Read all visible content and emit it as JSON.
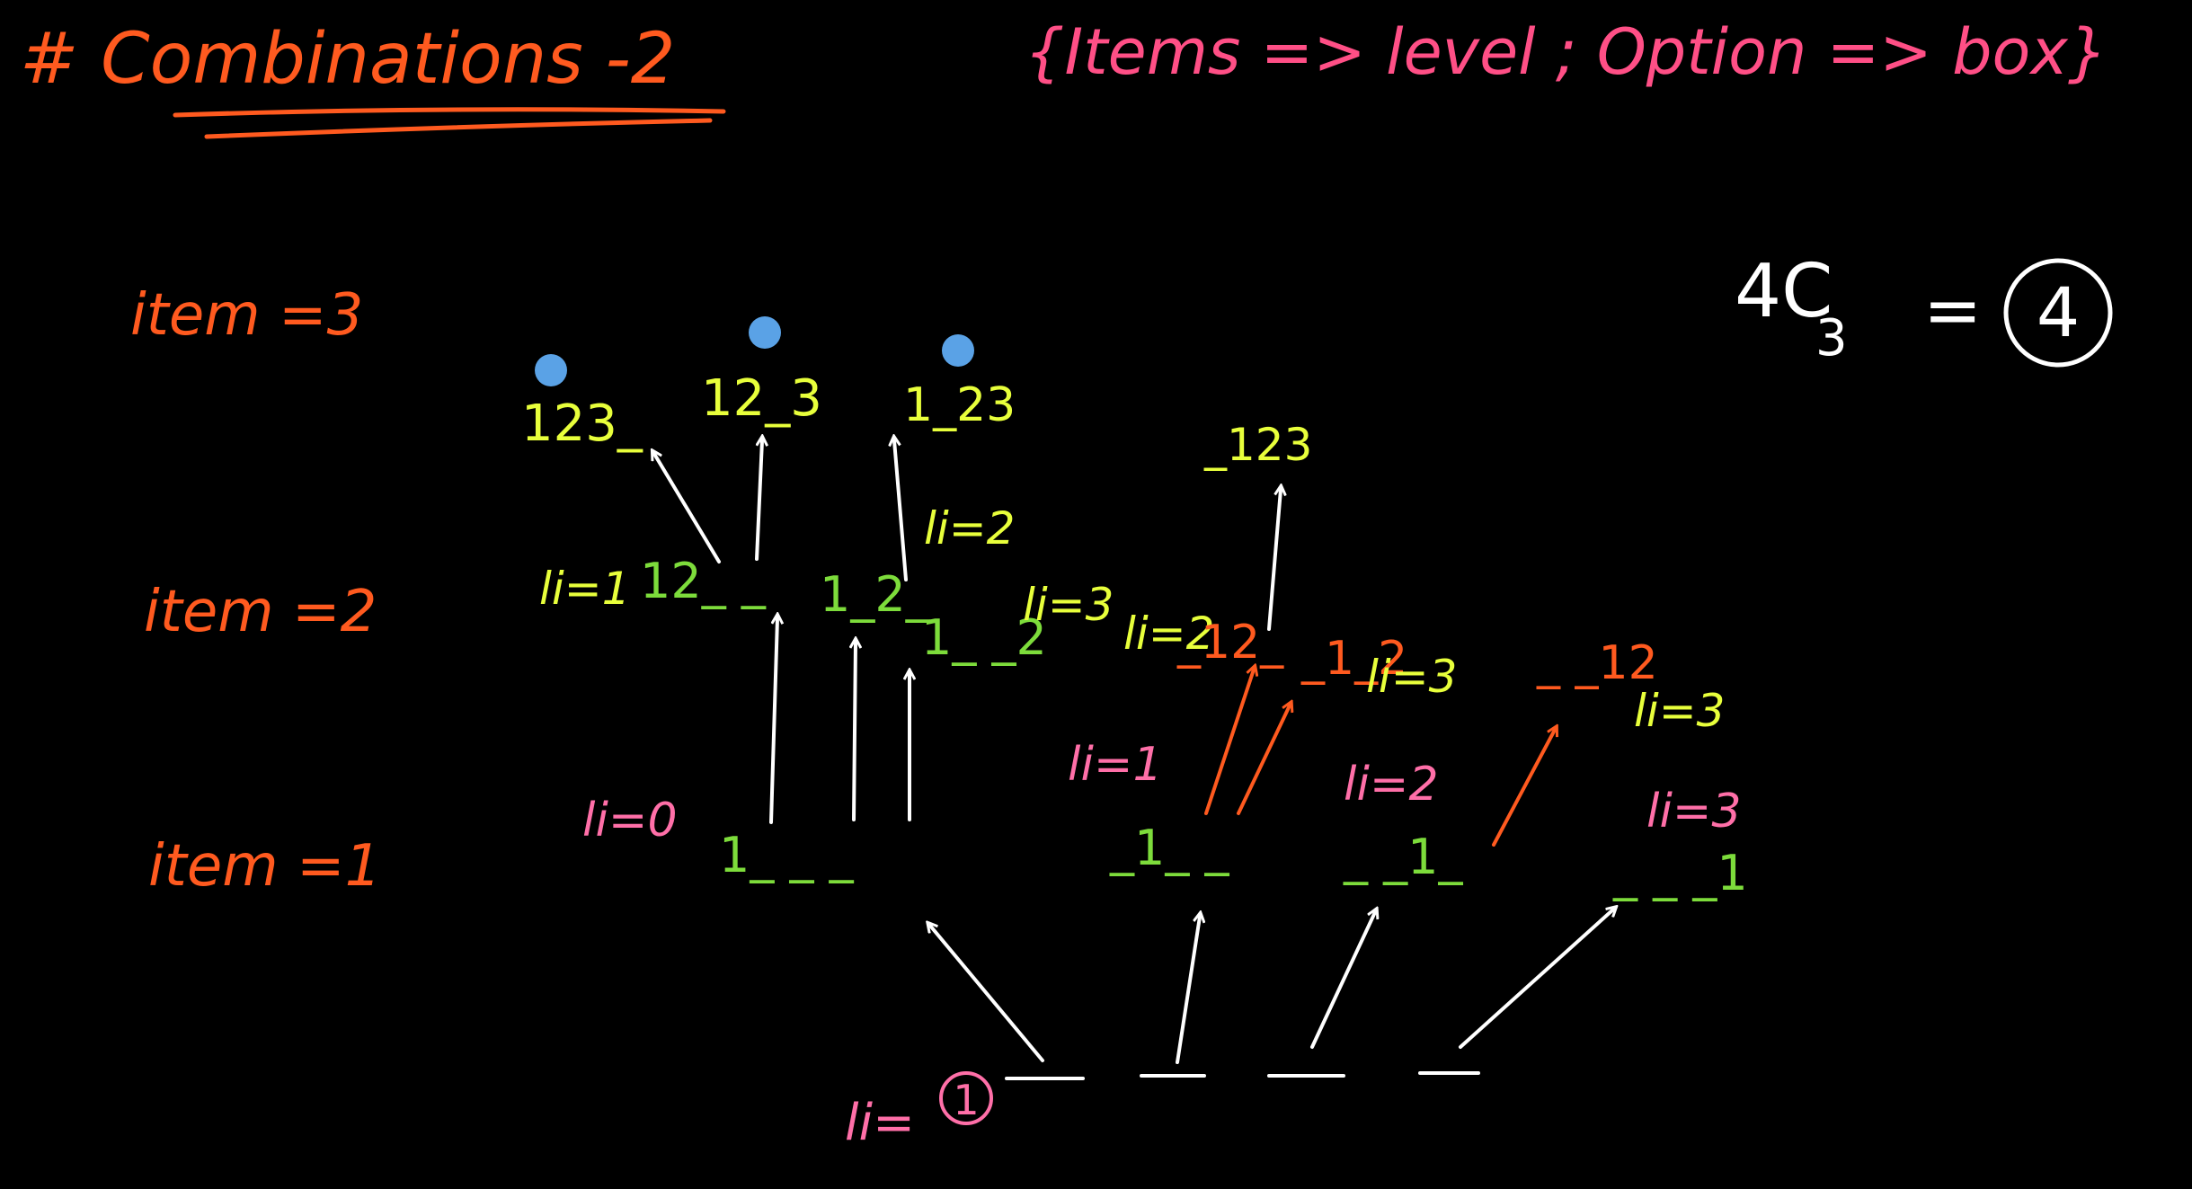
{
  "colors": {
    "background": "#000000",
    "title": "#ff5a1f",
    "header": "#ff4f86",
    "level": "#ff5a1f",
    "level_index": "#ff6fa8",
    "option": "#e8ff3b",
    "box": "#7ddc3b",
    "arrow_white": "#ffffff",
    "arrow_orange": "#ff5a1f",
    "dot": "#5aa2e6"
  },
  "header": {
    "title": "# Combinations -2",
    "mapping": "{Items => level ; Option => box}",
    "formula_base": "4C",
    "formula_sub": "3",
    "formula_eq": "=",
    "formula_result": "4"
  },
  "levels": {
    "item3": "item =3",
    "item2": "item =2",
    "item1": "item =1"
  },
  "root": {
    "label": "li=",
    "value": "1"
  },
  "level1": {
    "labels": [
      "li=0",
      "li=1",
      "li=2",
      "li=3"
    ],
    "options": [
      "1_ _ _",
      "_1_ _",
      "_ _1_",
      "_ _ _1"
    ]
  },
  "level2": {
    "labels": [
      "li=1",
      "li=2",
      "li=3",
      "li=2",
      "li=3",
      "li=3"
    ],
    "options": [
      "12_ _",
      "1_2_",
      "1_ _2",
      "_12_",
      "_1_2",
      "_ _12"
    ]
  },
  "level3": {
    "options": [
      "123_",
      "12_3",
      "1_23",
      "_123"
    ]
  }
}
